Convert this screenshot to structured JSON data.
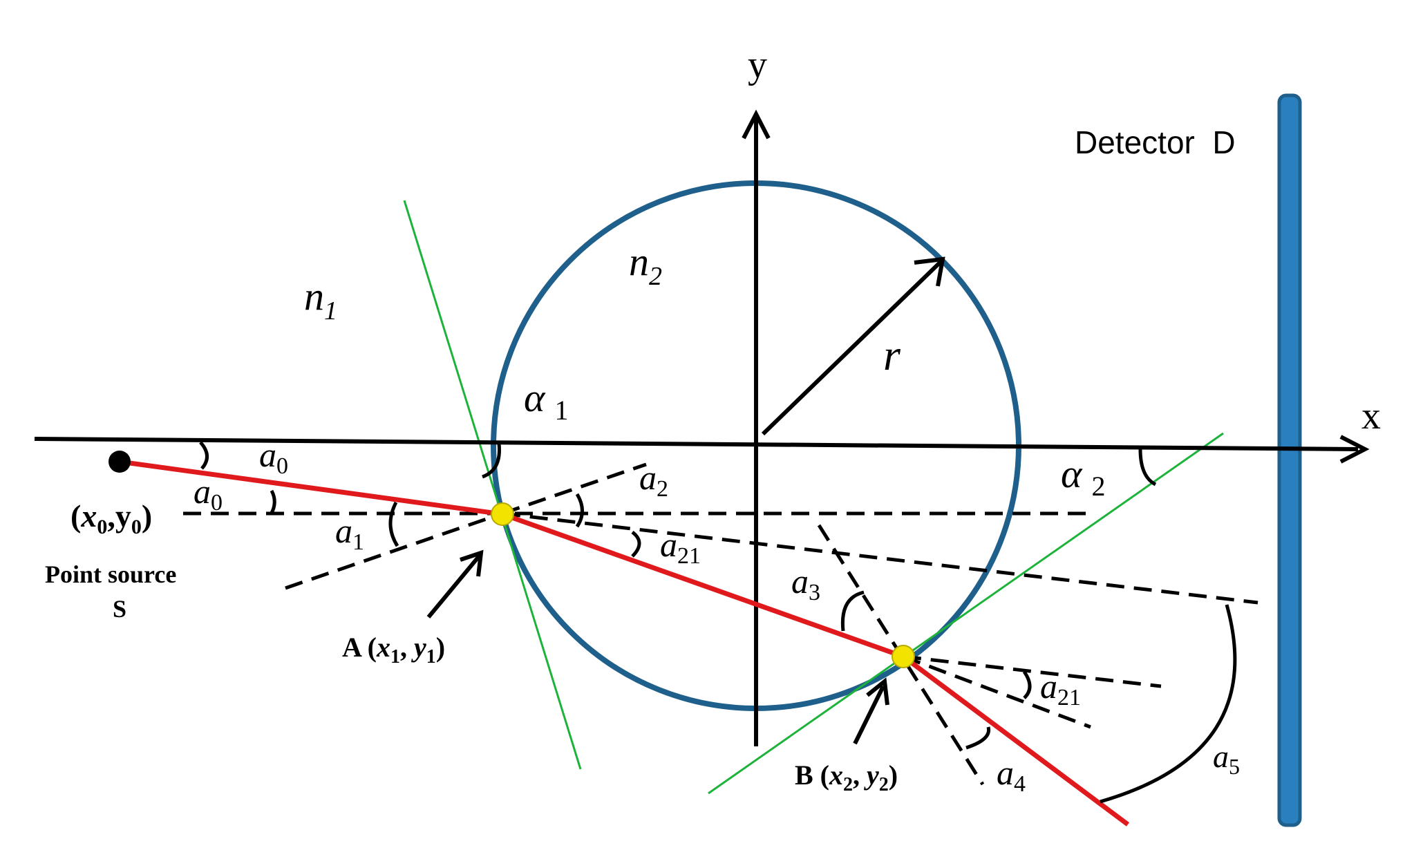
{
  "axes": {
    "x_label": "x",
    "y_label": "y"
  },
  "detector": {
    "label": "Detector  D",
    "color": "#2a7fbf"
  },
  "media": {
    "outer": "n",
    "outer_sub": "1",
    "inner": "n",
    "inner_sub": "2"
  },
  "radius": {
    "label": "r"
  },
  "source": {
    "coord_open": "(",
    "coord_x": "x",
    "coord_x_sub": "0",
    "coord_rest": ",y",
    "coord_y_sub": "0",
    "coord_close": ")",
    "name_line1": "Point source",
    "name_line2": "S"
  },
  "point_a": {
    "prefix": "A (",
    "x": "x",
    "x_sub": "1",
    "sep": ", ",
    "y": "y",
    "y_sub": "1",
    "close": ")"
  },
  "point_b": {
    "prefix": "B (",
    "x": "x",
    "x_sub": "2",
    "sep": ", ",
    "y": "y",
    "y_sub": "2",
    "close": ")"
  },
  "angles": {
    "alpha1": {
      "sym": "α",
      "sub": "1"
    },
    "alpha2": {
      "sym": "α",
      "sub": "2"
    },
    "a0_top": {
      "sym": "a",
      "sub": "0"
    },
    "a0_bottom": {
      "sym": "a",
      "sub": "0"
    },
    "a1": {
      "sym": "a",
      "sub": "1"
    },
    "a2": {
      "sym": "a",
      "sub": "2"
    },
    "a21_inner": {
      "sym": "a",
      "sub": "21"
    },
    "a3": {
      "sym": "a",
      "sub": "3"
    },
    "a21_outer": {
      "sym": "a",
      "sub": "21"
    },
    "a4": {
      "sym": "a",
      "sub": "4"
    },
    "a5": {
      "sym": "a",
      "sub": "5"
    }
  },
  "colors": {
    "circle": "#1f5f8b",
    "ray": "#e0191c",
    "tangent": "#1db33a",
    "point": "#f2e400",
    "axis": "#000000"
  }
}
